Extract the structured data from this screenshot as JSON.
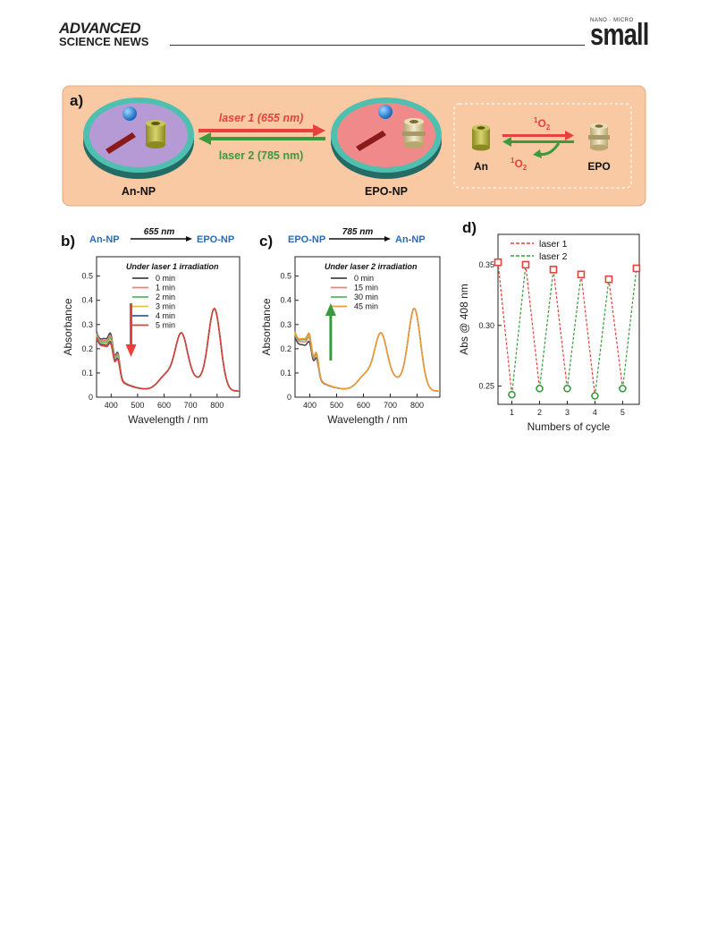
{
  "header": {
    "brand_line1": "ADVANCED",
    "brand_line2": "SCIENCE NEWS",
    "journal_super": "NANO · MICRO",
    "journal_name": "small"
  },
  "colors": {
    "panel_bg": "#f9c9a3",
    "red": "#e8403a",
    "green": "#3a9a3e",
    "blue_label": "#2a6bb5",
    "np_teal": "#4fc0b0",
    "np_purple": "#b69ad6",
    "np_pink": "#f0898a"
  },
  "scheme": {
    "panel_label": "a)",
    "laser1": "laser 1 (655 nm)",
    "laser2": "laser 2 (785 nm)",
    "left_np": "An-NP",
    "right_np": "EPO-NP",
    "inset_top": "O",
    "inset_top_sup": "1",
    "inset_top_sub": "2",
    "inset_bottom": "O",
    "inset_bottom_sup": "1",
    "inset_bottom_sub": "2",
    "inset_left": "An",
    "inset_right": "EPO"
  },
  "chart_data": [
    {
      "panel": "b)",
      "type": "line",
      "header_from": "An-NP",
      "header_arrow": "655 nm",
      "header_to": "EPO-NP",
      "legend_title": "Under laser 1 irradiation",
      "xlabel": "Wavelength / nm",
      "ylabel": "Absorbance",
      "xlim": [
        345,
        885
      ],
      "ylim": [
        0,
        0.58
      ],
      "xticks": [
        400,
        500,
        600,
        700,
        800
      ],
      "yticks": [
        0.0,
        0.1,
        0.2,
        0.3,
        0.4,
        0.5
      ],
      "series": [
        {
          "name": "0 min",
          "color": "#444444",
          "peak_scale": 1.0
        },
        {
          "name": "1 min",
          "color": "#f07f7f",
          "peak_scale": 0.92
        },
        {
          "name": "2 min",
          "color": "#58b85c",
          "peak_scale": 0.85
        },
        {
          "name": "3 min",
          "color": "#e8c040",
          "peak_scale": 0.78
        },
        {
          "name": "4 min",
          "color": "#3b5f9a",
          "peak_scale": 0.72
        },
        {
          "name": "5 min",
          "color": "#d9403a",
          "peak_scale": 0.66
        }
      ],
      "arrow": "down"
    },
    {
      "panel": "c)",
      "type": "line",
      "header_from": "EPO-NP",
      "header_arrow": "785 nm",
      "header_to": "An-NP",
      "legend_title": "Under laser 2 irradiation",
      "xlabel": "Wavelength / nm",
      "ylabel": "Absorbance",
      "xlim": [
        345,
        885
      ],
      "ylim": [
        0,
        0.58
      ],
      "xticks": [
        400,
        500,
        600,
        700,
        800
      ],
      "yticks": [
        0.0,
        0.1,
        0.2,
        0.3,
        0.4,
        0.5
      ],
      "series": [
        {
          "name": "0 min",
          "color": "#444444",
          "peak_scale": 0.72
        },
        {
          "name": "15 min",
          "color": "#f07f7f",
          "peak_scale": 0.86
        },
        {
          "name": "30 min",
          "color": "#58b85c",
          "peak_scale": 0.95
        },
        {
          "name": "45 min",
          "color": "#f09a3a",
          "peak_scale": 1.0
        }
      ],
      "arrow": "up"
    },
    {
      "panel": "d)",
      "type": "line",
      "xlabel": "Numbers of cycle",
      "ylabel": "Abs @ 408 nm",
      "xlim": [
        0.5,
        5.6
      ],
      "ylim": [
        0.235,
        0.375
      ],
      "xticks": [
        1,
        2,
        3,
        4,
        5
      ],
      "yticks": [
        0.25,
        0.3,
        0.35
      ],
      "points_x": [
        0.5,
        1,
        1.5,
        2,
        2.5,
        3,
        3.5,
        4,
        4.5,
        5,
        5.5
      ],
      "points_y": [
        0.352,
        0.243,
        0.35,
        0.248,
        0.346,
        0.248,
        0.342,
        0.242,
        0.338,
        0.248,
        0.347
      ],
      "legend": [
        {
          "name": "laser 1",
          "color": "#e8403a"
        },
        {
          "name": "laser 2",
          "color": "#3a9a3e"
        }
      ]
    }
  ]
}
